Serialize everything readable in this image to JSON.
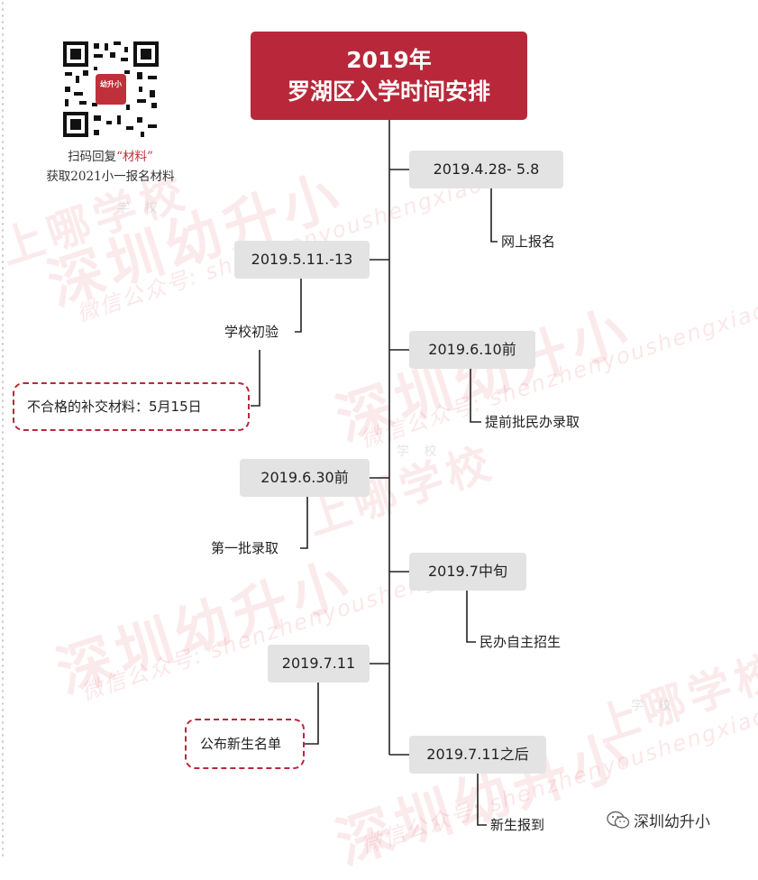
{
  "title": {
    "line1": "2019年",
    "line2": "罗湖区入学时间安排"
  },
  "qr": {
    "caption_line1_pre": "扫码回复",
    "caption_highlight": "“材料”",
    "caption_line2": "获取2021小一报名材料",
    "logo_text": "幼升小"
  },
  "watermark": {
    "big": "深圳幼升小",
    "small": "微信公众号: shenzhenyoushengxiao",
    "side": "上哪学校",
    "tiny": "学 校"
  },
  "timeline": {
    "right": [
      {
        "date": "2019.4.28- 5.8",
        "label": "网上报名"
      },
      {
        "date": "2019.6.10前",
        "label": "提前批民办录取"
      },
      {
        "date": "2019.7中旬",
        "label": "民办自主招生"
      },
      {
        "date": "2019.7.11之后",
        "label": "新生报到"
      }
    ],
    "left": [
      {
        "date": "2019.5.11.-13",
        "label": "学校初验",
        "note": "不合格的补交材料：5月15日"
      },
      {
        "date": "2019.6.30前",
        "label": "第一批录取"
      },
      {
        "date": "2019.7.11",
        "label": "公布新生名单"
      }
    ]
  },
  "footer": {
    "text": "深圳幼升小"
  },
  "colors": {
    "accent": "#b8283a",
    "node_bg": "#e3e3e3",
    "line": "#222222"
  }
}
